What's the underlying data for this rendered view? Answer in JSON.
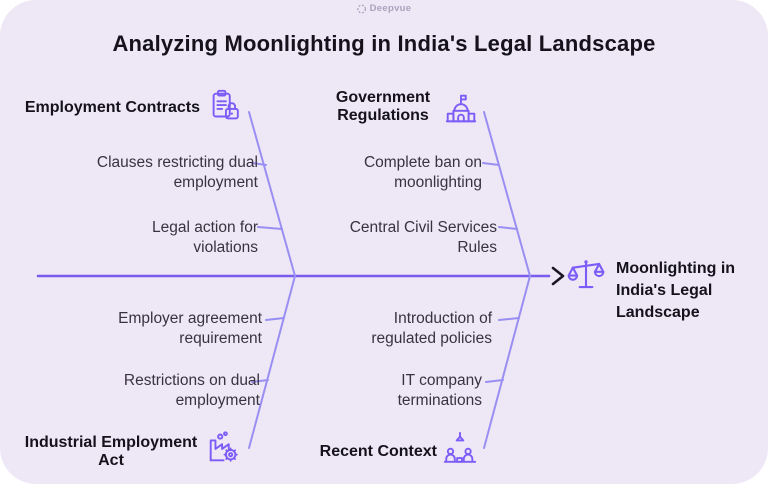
{
  "logo": {
    "text": "Deepvue",
    "icon": "dashed-circle-logo-icon"
  },
  "title": "Analyzing Moonlighting in India's Legal Landscape",
  "colors": {
    "card_background": "#EDE7F6",
    "spine": "#7A5CEC",
    "branch": "#998FF3",
    "icon_stroke": "#7C5CF6",
    "arrowhead": "#1B1724",
    "heading_text": "#15121C",
    "item_text": "#39323F",
    "logo_text": "#ABA3BE"
  },
  "diagram": {
    "type": "fishbone",
    "effect": {
      "label": "Moonlighting in India's Legal Landscape",
      "icon": "scales-of-justice-icon"
    },
    "branches": [
      {
        "id": "employment-contracts",
        "position": "top-left",
        "label": "Employment Contracts",
        "icon": "clipboard-lock-icon",
        "items": [
          "Clauses restricting dual employment",
          "Legal action for violations"
        ]
      },
      {
        "id": "government-regulations",
        "position": "top-right",
        "label": "Government Regulations",
        "icon": "government-building-icon",
        "items": [
          "Complete ban on moonlighting",
          "Central Civil Services Rules"
        ]
      },
      {
        "id": "industrial-employment-act",
        "position": "bottom-left",
        "label": "Industrial Employment Act",
        "icon": "factory-gear-icon",
        "items": [
          "Employer agreement requirement",
          "Restrictions on dual employment"
        ]
      },
      {
        "id": "recent-context",
        "position": "bottom-right",
        "label": "Recent Context",
        "icon": "meeting-people-icon",
        "items": [
          "Introduction of regulated policies",
          "IT company terminations"
        ]
      }
    ]
  }
}
